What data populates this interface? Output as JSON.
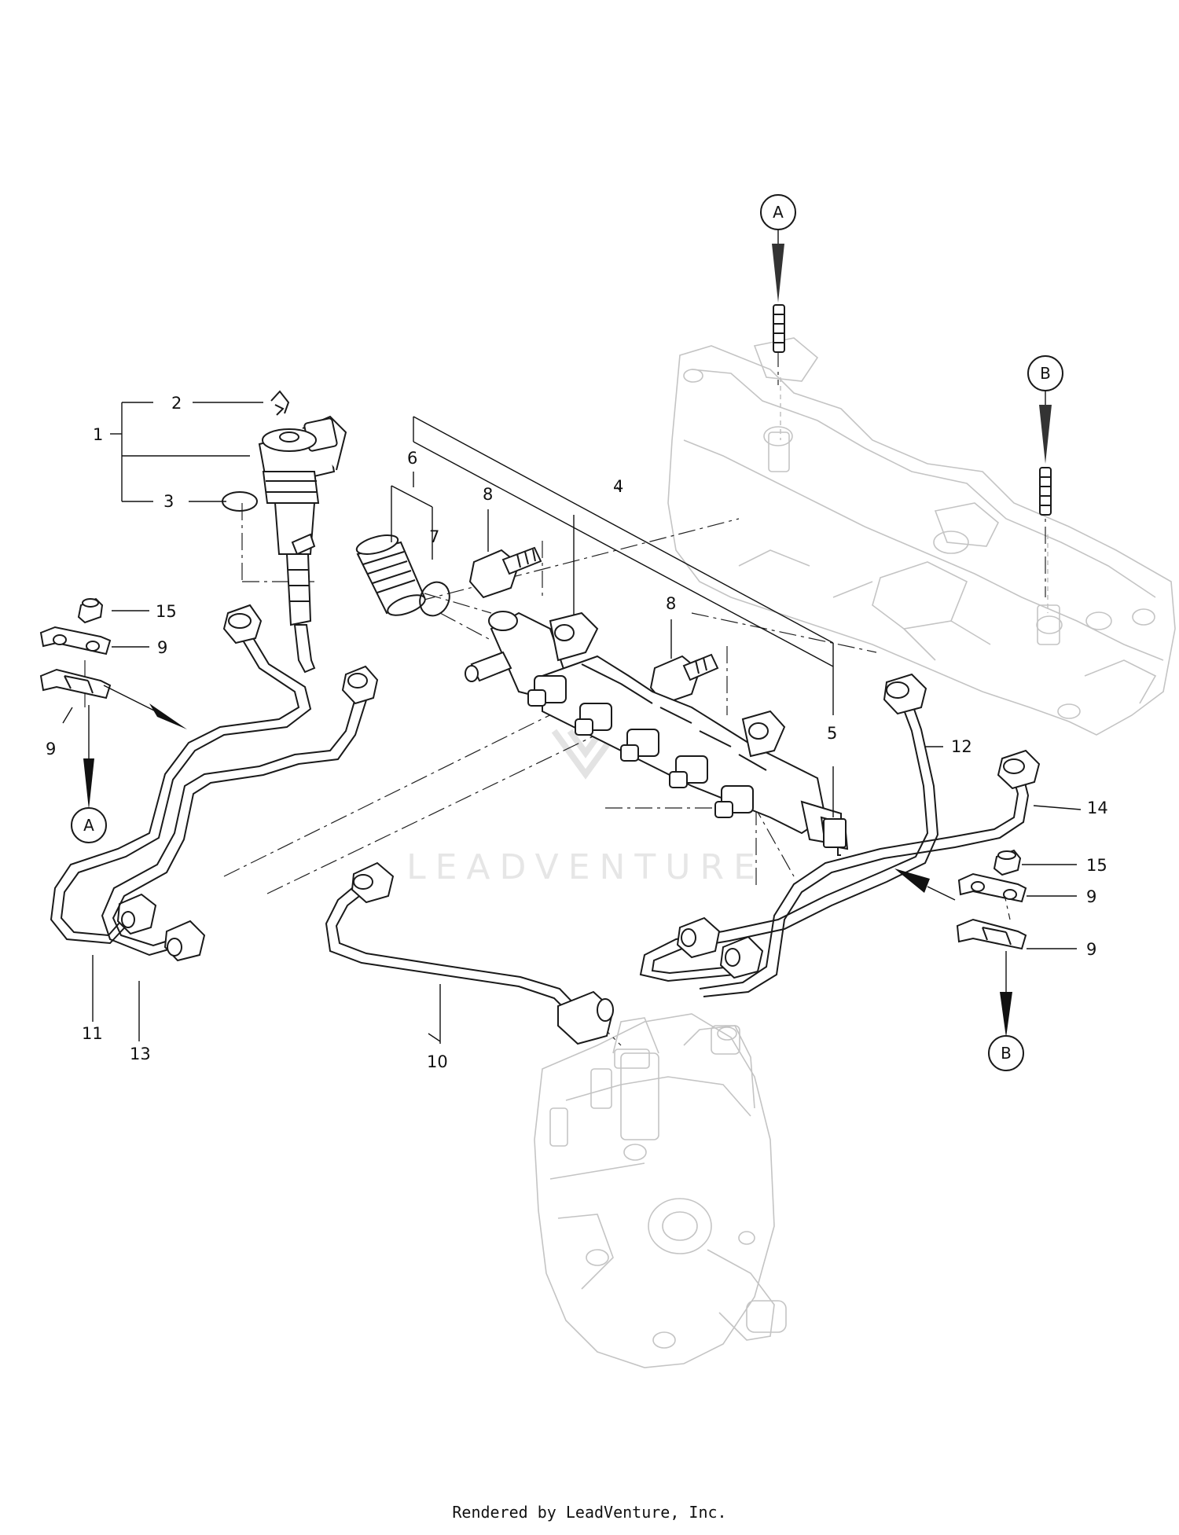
{
  "labels": {
    "p1": "1",
    "p2": "2",
    "p3": "3",
    "p4": "4",
    "p5": "5",
    "p6": "6",
    "p7": "7",
    "p8a": "8",
    "p8b": "8",
    "p9a": "9",
    "p9b": "9",
    "p9c": "9",
    "p9d": "9",
    "p10": "10",
    "p11": "11",
    "p12": "12",
    "p13": "13",
    "p14": "14",
    "p15a": "15",
    "p15b": "15"
  },
  "callouts": {
    "a_top": "A",
    "a_left": "A",
    "b_top": "B",
    "b_bottom": "B"
  },
  "watermark": "LEADVENTURE",
  "footer": "Rendered by LeadVenture, Inc."
}
